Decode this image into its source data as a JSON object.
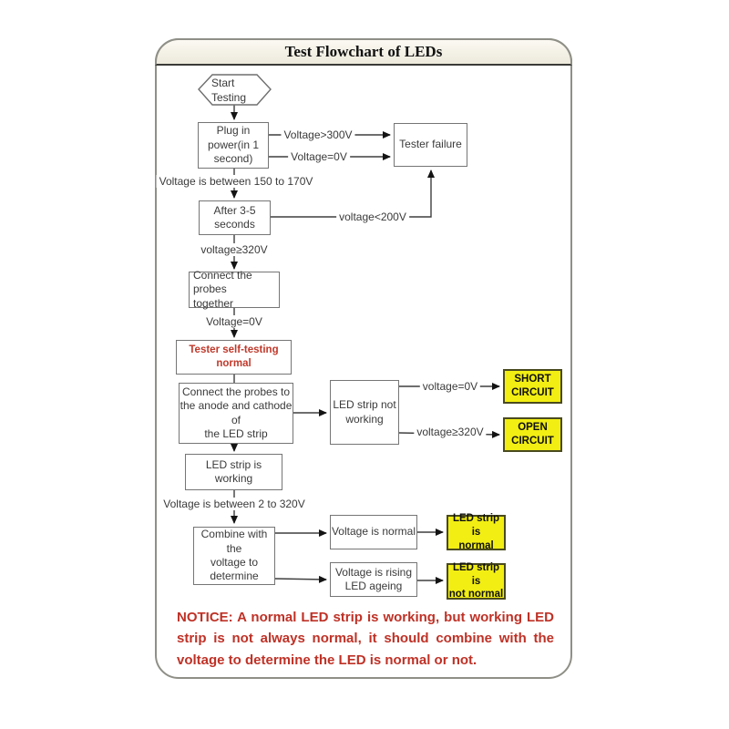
{
  "title": "Test Flowchart of LEDs",
  "nodes": {
    "start": "Start\nTesting",
    "plug_in_power": "Plug in\npower(in 1\nsecond)",
    "tester_failure": "Tester failure",
    "after_3_5_seconds": "After 3-5\nseconds",
    "connect_probes_together": "Connect the probes\ntogether",
    "tester_self_testing_normal": "Tester self-testing normal",
    "connect_probes_anode_cathode": "Connect the probes to\nthe anode and cathode of\nthe LED strip",
    "led_strip_not_working": "LED strip not\nworking",
    "short_circuit": "SHORT\nCIRCUIT",
    "open_circuit": "OPEN\nCIRCUIT",
    "led_strip_is_working": "LED strip is working",
    "combine_with_voltage": "Combine with the\nvoltage to\ndetermine",
    "voltage_is_normal": "Voltage is normal",
    "led_strip_is_normal": "LED strip is\nnormal",
    "voltage_is_rising": "Voltage is rising\nLED ageing",
    "led_strip_is_not_normal": "LED strip is\nnot normal"
  },
  "edge_labels": {
    "voltage_gt_300": "Voltage>300V",
    "voltage_eq_0_top": "Voltage=0V",
    "voltage_150_170": "Voltage is between 150 to 170V",
    "voltage_lt_200": "voltage<200V",
    "voltage_ge_320_top": "voltage≥320V",
    "voltage_eq_0_mid": "Voltage=0V",
    "voltage_eq_0_right": "voltage=0V",
    "voltage_ge_320_right": "voltage≥320V",
    "voltage_2_320": "Voltage is between 2 to 320V"
  },
  "notice": {
    "prefix": "NOTICE:",
    "body": " A normal LED strip is working, but working LED strip is not always normal, it should combine with the voltage to determine the LED is normal or not."
  },
  "colors": {
    "highlight_yellow": "#f2ee13",
    "alert_red": "#bf3126",
    "line_dark": "#3f3f3f",
    "titlebar_cream": "#f2efe4"
  }
}
